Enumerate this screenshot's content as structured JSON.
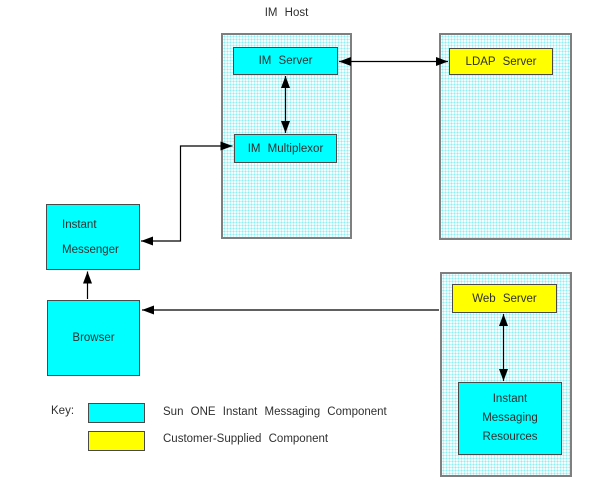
{
  "diagram": {
    "title": "IM Host"
  },
  "nodes": {
    "im_server": {
      "label": "IM Server",
      "type": "sun-one"
    },
    "im_multiplexor": {
      "label": "IM Multiplexor",
      "type": "sun-one"
    },
    "ldap_server": {
      "label": "LDAP Server",
      "type": "customer-supplied"
    },
    "instant_messenger": {
      "lines": [
        "Instant",
        "Messenger"
      ],
      "type": "sun-one"
    },
    "browser": {
      "label": "Browser",
      "type": "sun-one"
    },
    "web_server": {
      "label": "Web Server",
      "type": "customer-supplied"
    },
    "im_resources": {
      "lines": [
        "Instant",
        "Messaging",
        "Resources"
      ],
      "type": "sun-one"
    }
  },
  "connections": [
    {
      "from": "im_server",
      "to": "im_multiplexor",
      "bidirectional": true
    },
    {
      "from": "im_server",
      "to": "ldap_server",
      "bidirectional": true
    },
    {
      "from": "instant_messenger",
      "to": "im_multiplexor",
      "bidirectional": true
    },
    {
      "from": "browser",
      "to": "instant_messenger",
      "bidirectional": false
    },
    {
      "from": "web_server_container",
      "to": "browser",
      "bidirectional": false
    },
    {
      "from": "web_server",
      "to": "im_resources",
      "bidirectional": true
    }
  ],
  "key": {
    "label": "Key:",
    "items": [
      {
        "swatch_color": "#00ffff",
        "label": "Sun ONE Instant Messaging Component"
      },
      {
        "swatch_color": "#ffff00",
        "label": "Customer-Supplied Component"
      }
    ]
  },
  "colors": {
    "sun_component_fill": "#00ffff",
    "customer_component_fill": "#ffff00",
    "container_dot": "#8feef2",
    "container_border": "#7f7f7f",
    "box_border": "#4a4a4a",
    "arrow": "#000000",
    "text": "#303030"
  }
}
